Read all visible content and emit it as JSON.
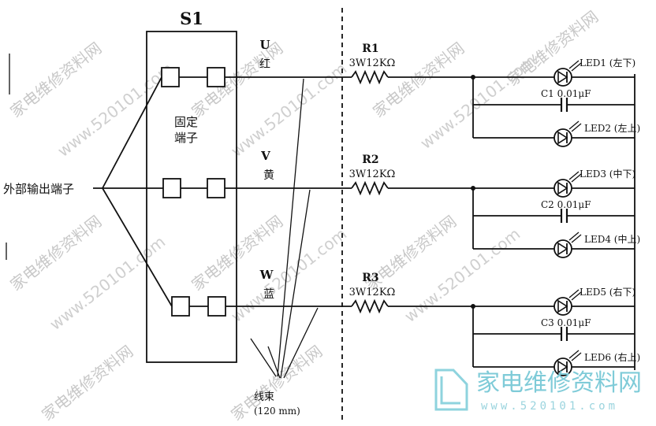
{
  "switch_label": "S1",
  "terminal_label_line1": "固定",
  "terminal_label_line2": "端子",
  "external_terminal": "外部输出端子",
  "harness_label": "线束",
  "harness_length": "(120 mm)",
  "phases": [
    {
      "letter": "U",
      "color_name": "红",
      "resistor": "R1",
      "resistor_spec": "3W12KΩ",
      "cap": "C1 0.01μF",
      "led_top": "LED1 (左下)",
      "led_bottom": "LED2 (左上)"
    },
    {
      "letter": "V",
      "color_name": "黄",
      "resistor": "R2",
      "resistor_spec": "3W12KΩ",
      "cap": "C2 0.01μF",
      "led_top": "LED3 (中下)",
      "led_bottom": "LED4 (中上)"
    },
    {
      "letter": "W",
      "color_name": "蓝",
      "resistor": "R3",
      "resistor_spec": "3W12KΩ",
      "cap": "C3 0.01μF",
      "led_top": "LED5 (右下)",
      "led_bottom": "LED6 (右上)"
    }
  ],
  "watermark": {
    "text_cn": "家电维修资料网",
    "url": "www.520101.com",
    "logo_cn": "家电维修资料网",
    "logo_url": "www.520101.com"
  }
}
